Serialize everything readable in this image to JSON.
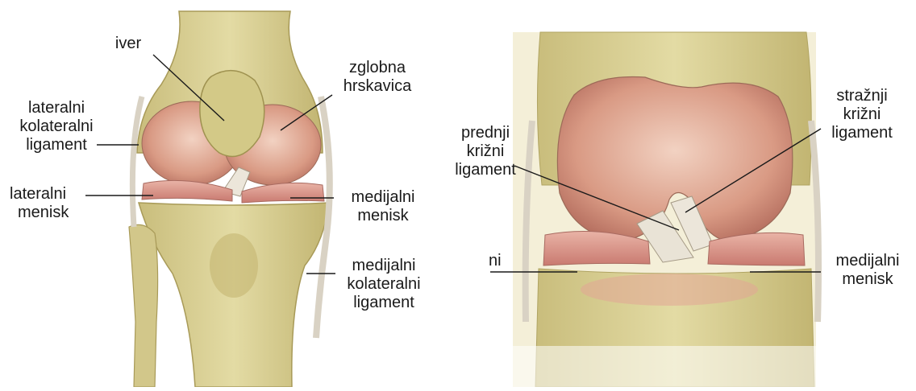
{
  "left_panel": {
    "labels": {
      "iver": [
        "iver"
      ],
      "zglobna_hrskavica": [
        "zglobna",
        "hrskavica"
      ],
      "lateralni_kolateralni_ligament": [
        "lateralni",
        "kolateralni",
        "ligament"
      ],
      "lateralni_menisk": [
        "lateralni",
        "menisk"
      ],
      "medijalni_menisk": [
        "medijalni",
        "menisk"
      ],
      "medijalni_kolateralni_ligament": [
        "medijalni",
        "kolateralni",
        "ligament"
      ]
    }
  },
  "right_panel": {
    "labels": {
      "straznji_krizni_ligament": [
        "stražnji",
        "križni",
        "ligament"
      ],
      "prednji_krizni_ligament": [
        "prednji",
        "križni",
        "ligament"
      ],
      "medijalni_menisk": [
        "medijalni",
        "menisk"
      ],
      "cropped_fragment": [
        "ni"
      ]
    }
  },
  "colors": {
    "bone": "#d9cf96",
    "bone_shadow": "#b9ad6c",
    "cartilage": "#e0a58f",
    "meniscus": "#d98d84",
    "ligament": "#e6e0d4",
    "leader_line": "#1a1a1a"
  }
}
